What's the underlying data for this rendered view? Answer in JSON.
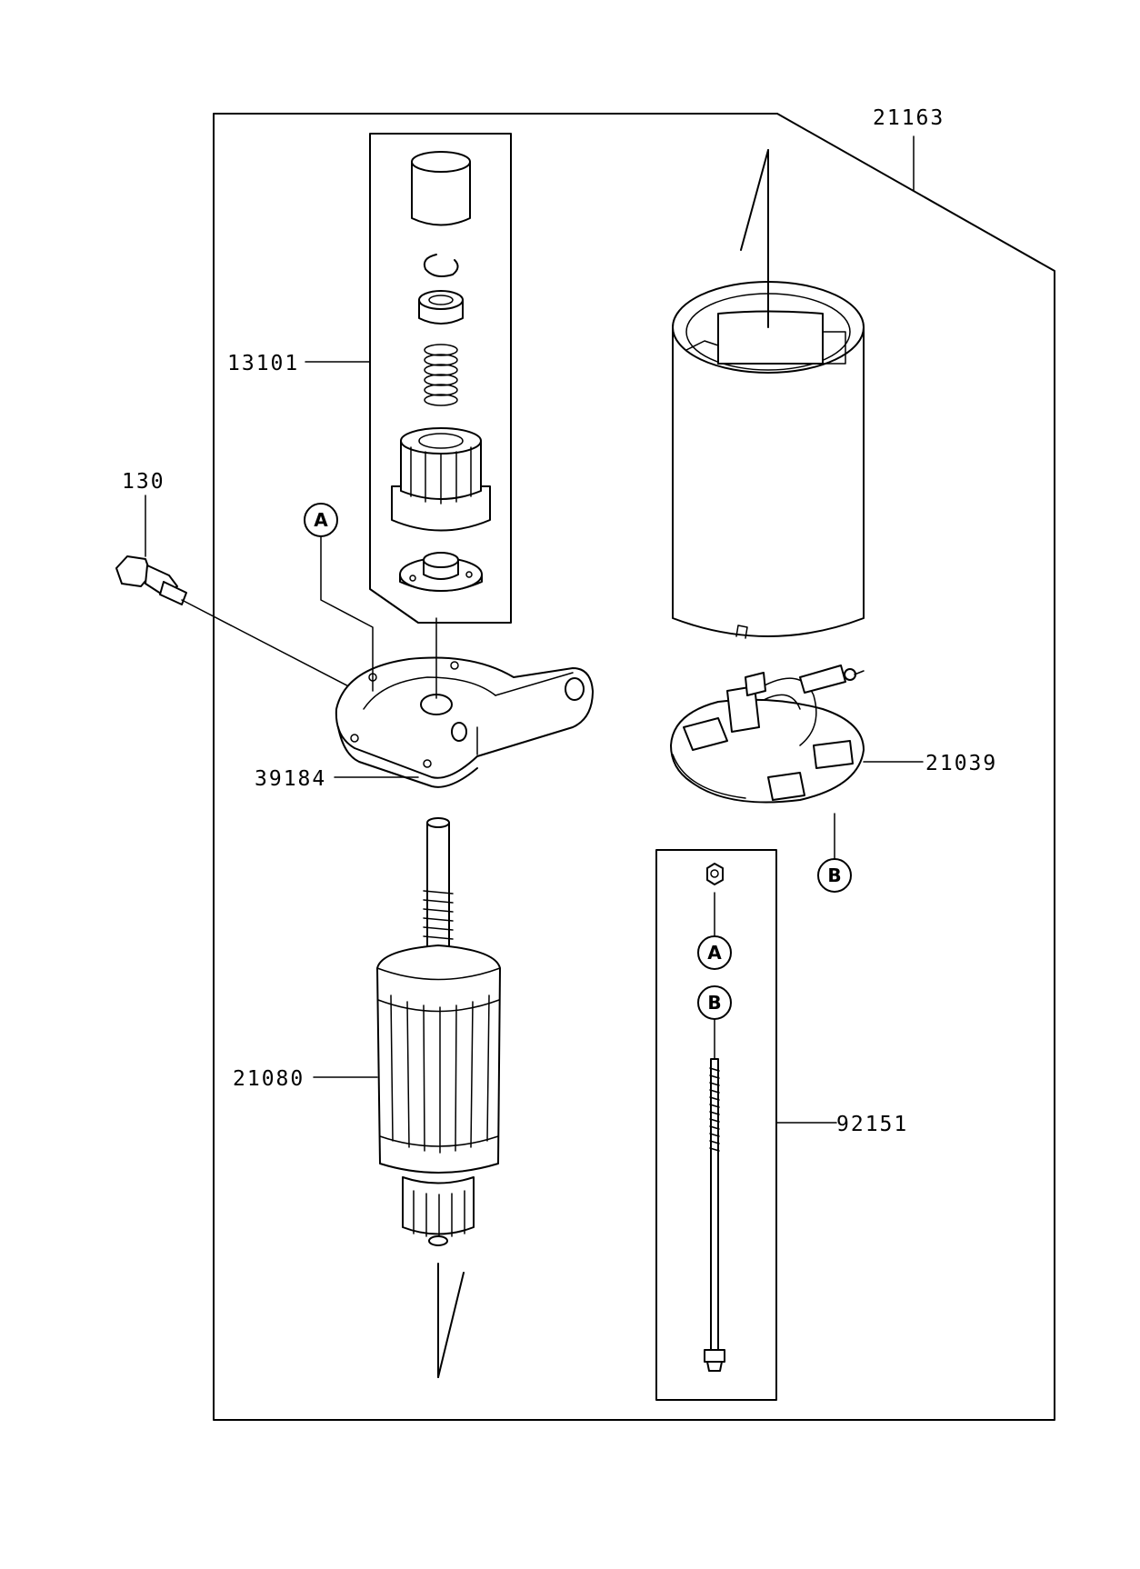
{
  "parts": {
    "assembly": "21163",
    "drive_assembly": "13101",
    "screw": "130",
    "bracket": "39184",
    "armature": "21080",
    "brush_holder": "21039",
    "through_bolt": "92151"
  },
  "references": {
    "a": "A",
    "b": "B"
  }
}
